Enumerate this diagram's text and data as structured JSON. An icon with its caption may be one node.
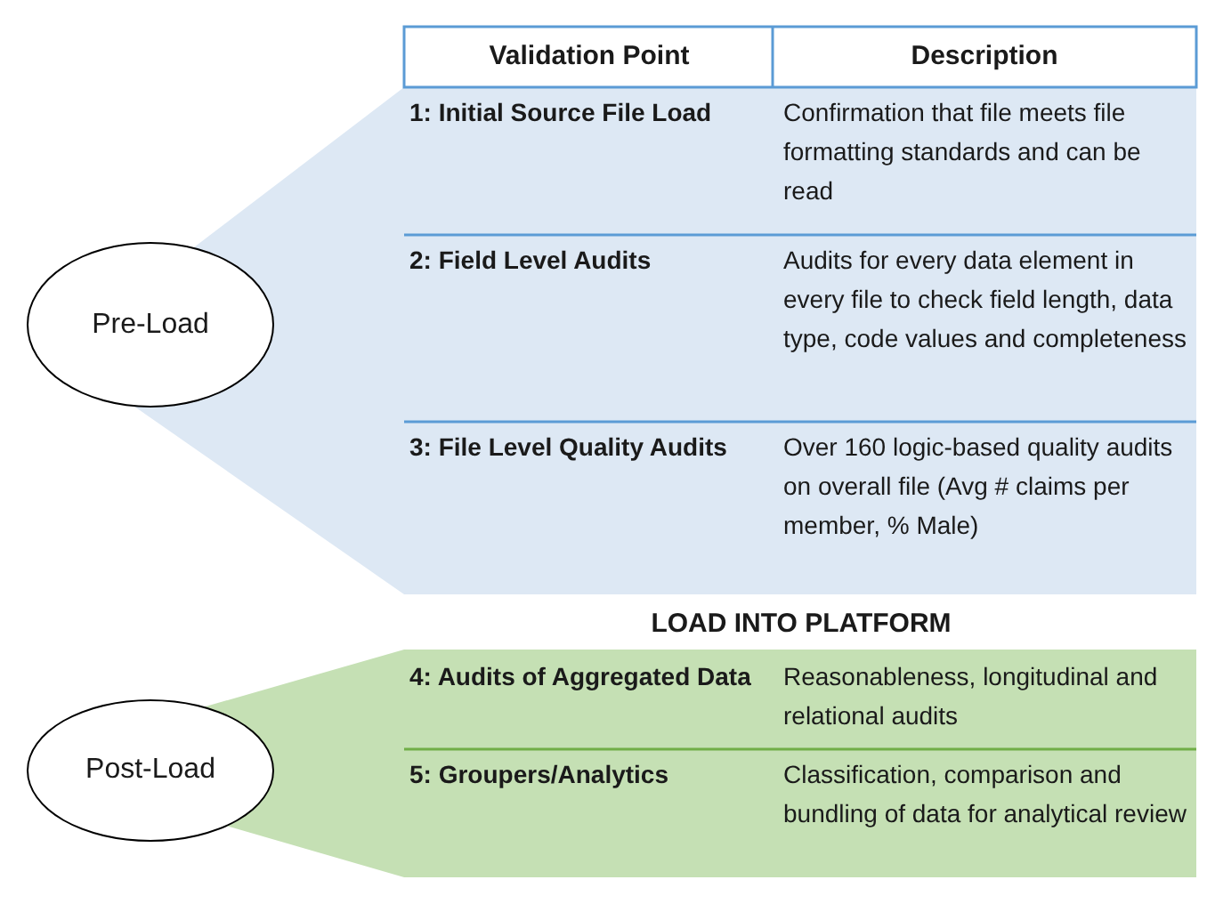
{
  "diagram": {
    "nodes": [
      {
        "text": [
          "Pre-Load"
        ]
      },
      {
        "text": [
          "Post-Load"
        ]
      }
    ],
    "edges": [],
    "labels": [
      "Validation Point",
      "Description",
      "1:  Initial Source File Load",
      "Confirmation that file meets file formatting standards and can be read",
      "2:  Field Level Audits",
      "Audits for every data element in every file to check field length, data type, code values and completeness",
      "3:  File Level Quality Audits",
      "Over 160 logic-based quality audits on overall file (Avg # claims per member, % Male)",
      "LOAD INTO PLATFORM",
      "4:  Audits of Aggregated Data",
      "Reasonableness, longitudinal and relational audits",
      "5:  Groupers/Analytics",
      "Classification, comparison and bundling of data for analytical review"
    ]
  }
}
